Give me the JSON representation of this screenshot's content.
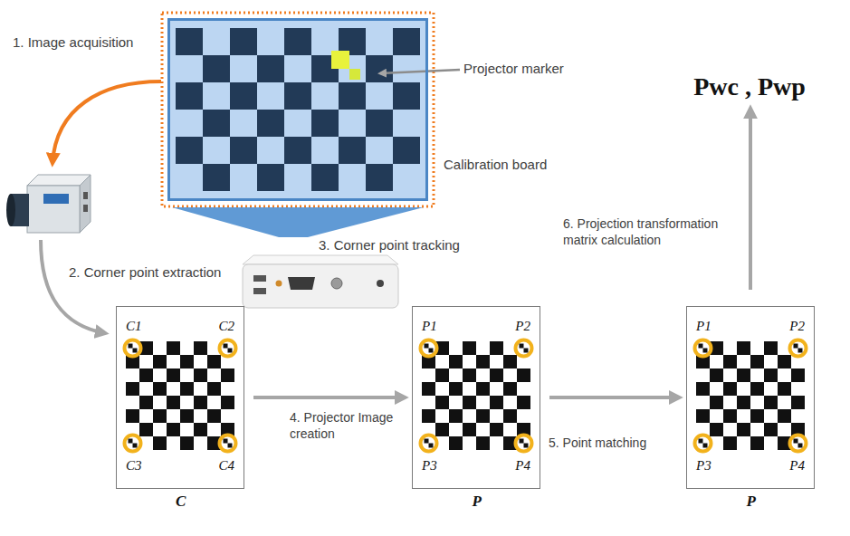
{
  "diagram": {
    "nodes": [
      {
        "text": [
          "Calibration board"
        ]
      },
      {
        "text": [
          "C1",
          "C2",
          "C3",
          "C4",
          "C"
        ]
      },
      {
        "text": [
          "P1",
          "P2",
          "P3",
          "P4",
          "P"
        ]
      },
      {
        "text": [
          "P1",
          "P2",
          "P3",
          "P4",
          "P"
        ]
      },
      {
        "text": [
          "Pwc , Pwp"
        ]
      }
    ],
    "edges": [
      {
        "from": 1,
        "to": 2,
        "arrow": "to",
        "label": "4. Projector Image creation"
      },
      {
        "from": 2,
        "to": 3,
        "arrow": "to",
        "label": "5. Point matching"
      },
      {
        "from": 3,
        "to": 4,
        "arrow": "to",
        "label": "6. Projection transformation matrix calculation"
      }
    ],
    "labels": [
      "1. Image acquisition",
      "Projector marker",
      "3. Corner point tracking",
      "2. Corner point extraction"
    ]
  }
}
